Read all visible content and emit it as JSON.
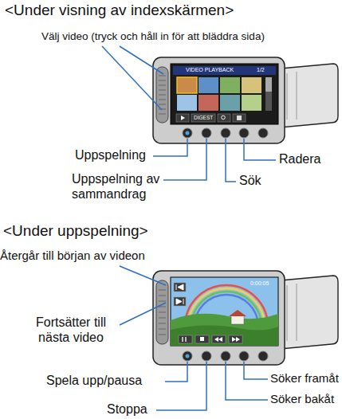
{
  "diagram": {
    "labels": [
      "<Under visning av indexskärmen>",
      "Välj video (tryck och håll in för att bläddra sida)",
      "Uppspelning",
      "Uppspelning av sammandrag",
      "Radera",
      "Sök",
      "<Under uppspelning>",
      "Återgår till början av videon",
      "Fortsätter till nästa video",
      "Spela upp/pausa",
      "Stoppa",
      "Söker framåt",
      "Söker bakåt",
      "VIDEO PLAYBACK",
      "1/2",
      "DIGEST",
      "0:00:05"
    ]
  }
}
